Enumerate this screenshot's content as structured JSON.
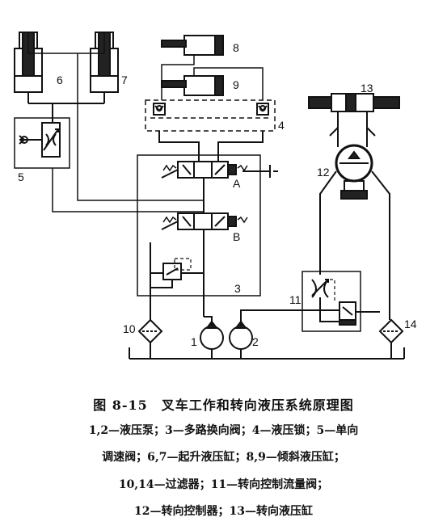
{
  "figure": {
    "title": "图 8-15　叉车工作和转向液压系统原理图",
    "legend_lines": [
      "1,2—液压泵；3—多路换向阀；4—液压锁；5—单向",
      "调速阀；6,7—起升液压缸；8,9—倾斜液压缸；",
      "10,14—过滤器；11—转向控制流量阀；",
      "12—转向控制器；13—转向液压缸"
    ]
  },
  "labels": {
    "n1": "1",
    "n2": "2",
    "n3": "3",
    "n4": "4",
    "n5": "5",
    "n6": "6",
    "n7": "7",
    "n8": "8",
    "n9": "9",
    "n10": "10",
    "n11": "11",
    "n12": "12",
    "n13": "13",
    "n14": "14",
    "valve_a": "A",
    "valve_b": "B"
  }
}
